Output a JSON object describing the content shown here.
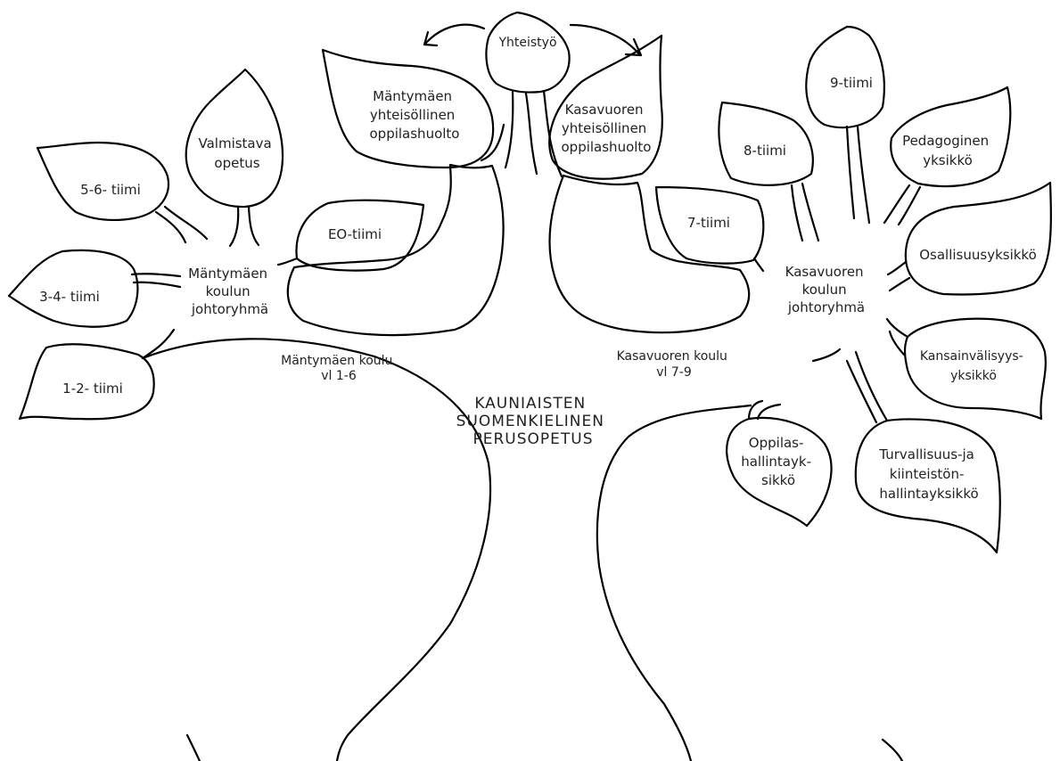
{
  "title": [
    "KAUNIAISTEN",
    "SUOMENKIELINEN",
    "PERUSOPETUS"
  ],
  "branches": {
    "mantymaen_school": [
      "Mäntymäen koulu",
      "vl 1-6"
    ],
    "kasavuoren_school": [
      "Kasavuoren koulu",
      "vl 7-9"
    ]
  },
  "hubs": {
    "mantymaen_johtoryhma": [
      "Mäntymäen",
      "koulun",
      "johtoryhmä"
    ],
    "kasavuoren_johtoryhma": [
      "Kasavuoren",
      "koulun",
      "johtoryhmä"
    ]
  },
  "leaves": {
    "yhteistyo": [
      "Yhteistyö"
    ],
    "mantymaen_oppilashuolto": [
      "Mäntymäen",
      "yhteisöllinen",
      "oppilashuolto"
    ],
    "kasavuoren_oppilashuolto": [
      "Kasavuoren",
      "yhteisöllinen",
      "oppilashuolto"
    ],
    "valmistava_opetus": [
      "Valmistava",
      "opetus"
    ],
    "tiimi_56": [
      "5-6- tiimi"
    ],
    "tiimi_34": [
      "3-4- tiimi"
    ],
    "tiimi_12": [
      "1-2- tiimi"
    ],
    "eo_tiimi": [
      "EO-tiimi"
    ],
    "tiimi_9": [
      "9-tiimi"
    ],
    "tiimi_8": [
      "8-tiimi"
    ],
    "tiimi_7": [
      "7-tiimi"
    ],
    "pedagoginen": [
      "Pedagoginen",
      "yksikkö"
    ],
    "osallisuus": [
      "Osallisuusyksikkö"
    ],
    "kansainvalisyys": [
      "Kansainvälisyys-",
      "yksikkö"
    ],
    "turvallisuus": [
      "Turvallisuus-ja",
      "kiinteistön-",
      "hallintayksikkö"
    ],
    "oppilashallinta": [
      "Oppilas-",
      "hallintayk-",
      "sikkö"
    ]
  }
}
